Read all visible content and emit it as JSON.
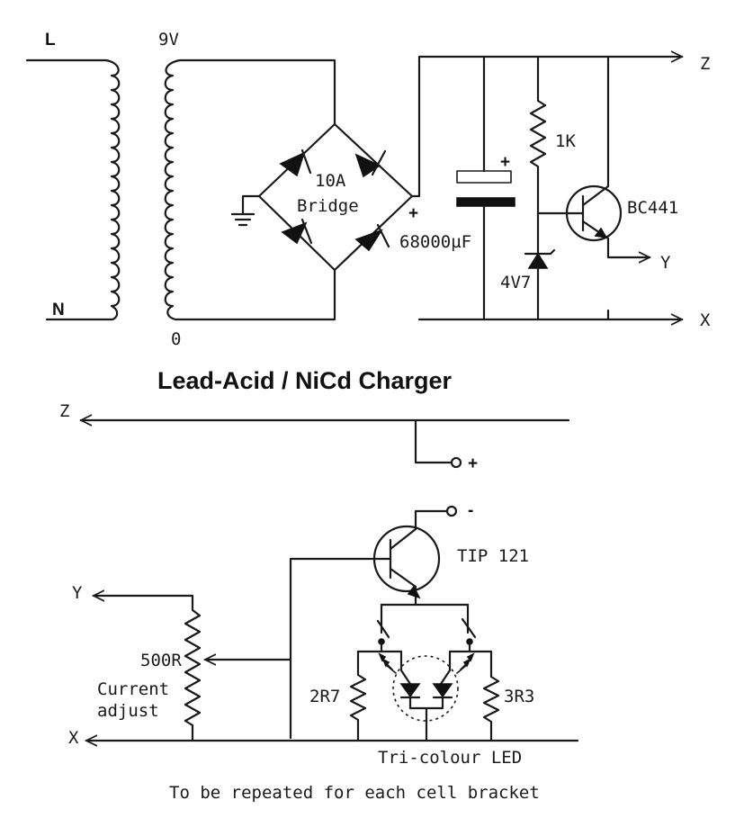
{
  "title": "Lead-Acid / NiCd Charger",
  "caption": "To be repeated for each cell bracket",
  "upper_circuit": {
    "mains_live": "L",
    "mains_neutral": "N",
    "secondary_top": "9V",
    "secondary_bottom": "0",
    "bridge_rating": "10A",
    "bridge_label": "Bridge",
    "bridge_plus": "+",
    "capacitor_plus": "+",
    "capacitor_value": "68000µF",
    "resistor_value": "1K",
    "zener_value": "4V7",
    "transistor": "BC441",
    "out_z": "Z",
    "out_y": "Y",
    "out_x": "X"
  },
  "lower_circuit": {
    "in_z": "Z",
    "in_y": "Y",
    "in_x": "X",
    "terminal_plus": "+",
    "terminal_minus": "-",
    "transistor": "TIP 121",
    "pot_value": "500R",
    "pot_label_line1": "Current",
    "pot_label_line2": "adjust",
    "r_left": "2R7",
    "r_right": "3R3",
    "led_label": "Tri-colour LED"
  }
}
